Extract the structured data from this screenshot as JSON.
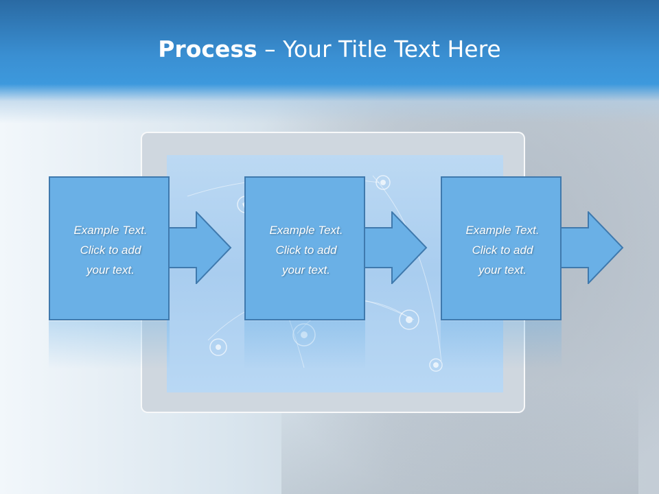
{
  "slide": {
    "title_bold": "Process",
    "title_rest": " – Your Title Text Here"
  },
  "process_steps": [
    {
      "line1": "Example Text.",
      "line2": "Click  to add",
      "line3": "your text."
    },
    {
      "line1": "Example Text.",
      "line2": "Click  to add",
      "line3": "your text."
    },
    {
      "line1": "Example Text.",
      "line2": "Click  to add",
      "line3": "your text."
    }
  ],
  "colors": {
    "header_blue": "#3a8fd2",
    "box_fill": "#6ab0e6",
    "box_border": "#3f79ad",
    "text": "#ffffff"
  }
}
